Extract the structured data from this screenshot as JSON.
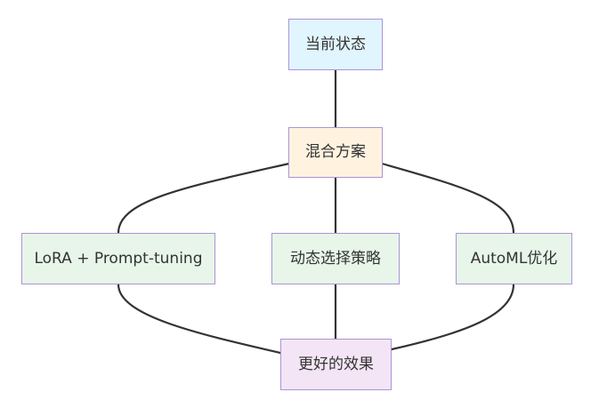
{
  "diagram": {
    "nodes": {
      "current_state": {
        "label": "当前状态",
        "fill": "#e1f5fe"
      },
      "hybrid_plan": {
        "label": "混合方案",
        "fill": "#fff3e0"
      },
      "lora_prompt": {
        "label": "LoRA + Prompt-tuning",
        "fill": "#e8f5e9"
      },
      "dynamic_select": {
        "label": "动态选择策略",
        "fill": "#e8f5e9"
      },
      "automl": {
        "label": "AutoML优化",
        "fill": "#e8f5e9"
      },
      "better_result": {
        "label": "更好的效果",
        "fill": "#f3e5f5"
      }
    },
    "edges": [
      {
        "from": "current_state",
        "to": "hybrid_plan"
      },
      {
        "from": "hybrid_plan",
        "to": "lora_prompt"
      },
      {
        "from": "hybrid_plan",
        "to": "dynamic_select"
      },
      {
        "from": "hybrid_plan",
        "to": "automl"
      },
      {
        "from": "lora_prompt",
        "to": "better_result"
      },
      {
        "from": "dynamic_select",
        "to": "better_result"
      },
      {
        "from": "automl",
        "to": "better_result"
      }
    ],
    "colors": {
      "border": "#a995d9",
      "edge": "#333333",
      "text": "#333333"
    }
  }
}
